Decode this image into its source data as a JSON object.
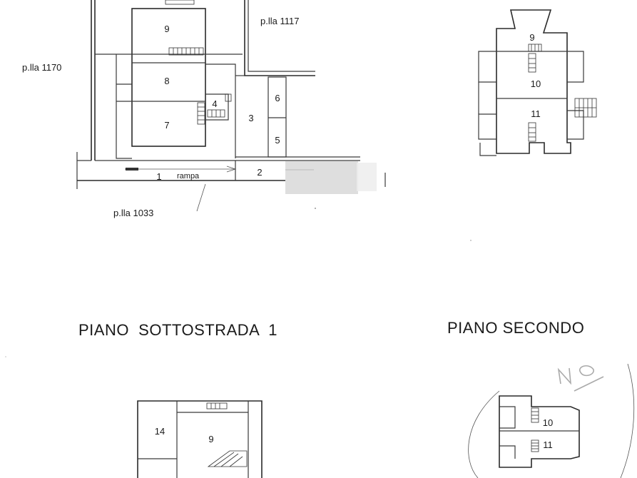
{
  "parcels": {
    "p1117": "p.lla 1117",
    "p1170": "p.lla 1170",
    "p1033": "p.lla 1033"
  },
  "ramp_label": "rampa",
  "rooms_top_left": {
    "r9": "9",
    "r8": "8",
    "r7": "7",
    "r4": "4",
    "r3": "3",
    "r6": "6",
    "r5": "5",
    "r2": "2",
    "r1": "1"
  },
  "rooms_top_right": {
    "r9": "9",
    "r10": "10",
    "r11": "11"
  },
  "rooms_bottom_left": {
    "r14": "14",
    "r9": "9"
  },
  "rooms_bottom_right": {
    "r10": "10",
    "r11": "11"
  },
  "titles": {
    "sottostrada": "PIANO  SOTTOSTRADA  1",
    "secondo": "PIANO SECONDO"
  },
  "annotation": "NO"
}
